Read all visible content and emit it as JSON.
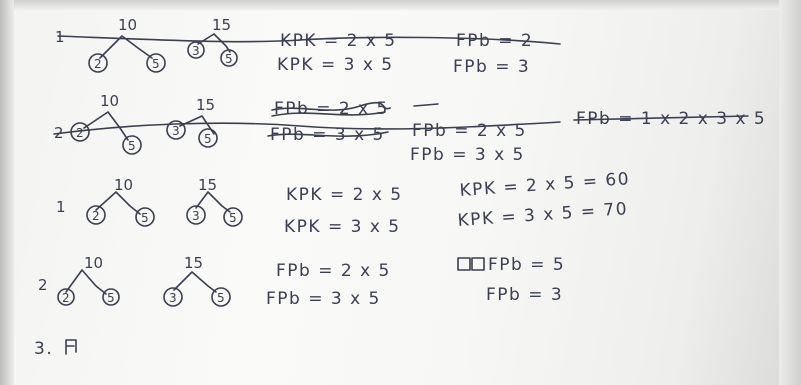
{
  "rows": [
    {
      "label": "1",
      "tree_a": {
        "root": "10",
        "left": "2",
        "right": "5"
      },
      "tree_b": {
        "root": "15",
        "left": "3",
        "right": "5"
      },
      "col3": [
        "KPK = 2 x 5",
        "KPK = 3 x 5"
      ],
      "col4": [
        "FPb = 2",
        "FPb = 3"
      ],
      "struck": true
    },
    {
      "label": "2",
      "tree_a": {
        "root": "10",
        "left": "2",
        "right": "5"
      },
      "tree_b": {
        "root": "15",
        "left": "3",
        "right": "5"
      },
      "col3": [
        "FPb = 2 x 5",
        "FPb = 3 x 5"
      ],
      "col4": [
        "FPb = 2 x 5",
        "FPb = 3 x 5"
      ],
      "col5": "FPb = 1 x 2 x 3 x 5",
      "struck": true
    },
    {
      "label": "1",
      "tree_a": {
        "root": "10",
        "left": "2",
        "right": "5"
      },
      "tree_b": {
        "root": "15",
        "left": "3",
        "right": "5"
      },
      "col3": [
        "KPK = 2 x 5",
        "KPK = 3 x 5"
      ],
      "col4": [
        "KPK = 2 x 5 = 60",
        "KPK = 3 x 5 = 70"
      ]
    },
    {
      "label": "2",
      "tree_a": {
        "root": "10",
        "left": "2",
        "right": "5"
      },
      "tree_b": {
        "root": "15",
        "left": "3",
        "right": "5"
      },
      "col3": [
        "FPb = 2 x 5",
        "FPb = 3 x 5"
      ],
      "col4": [
        "FPb = 5",
        "FPb = 3"
      ]
    }
  ],
  "footer": "3."
}
